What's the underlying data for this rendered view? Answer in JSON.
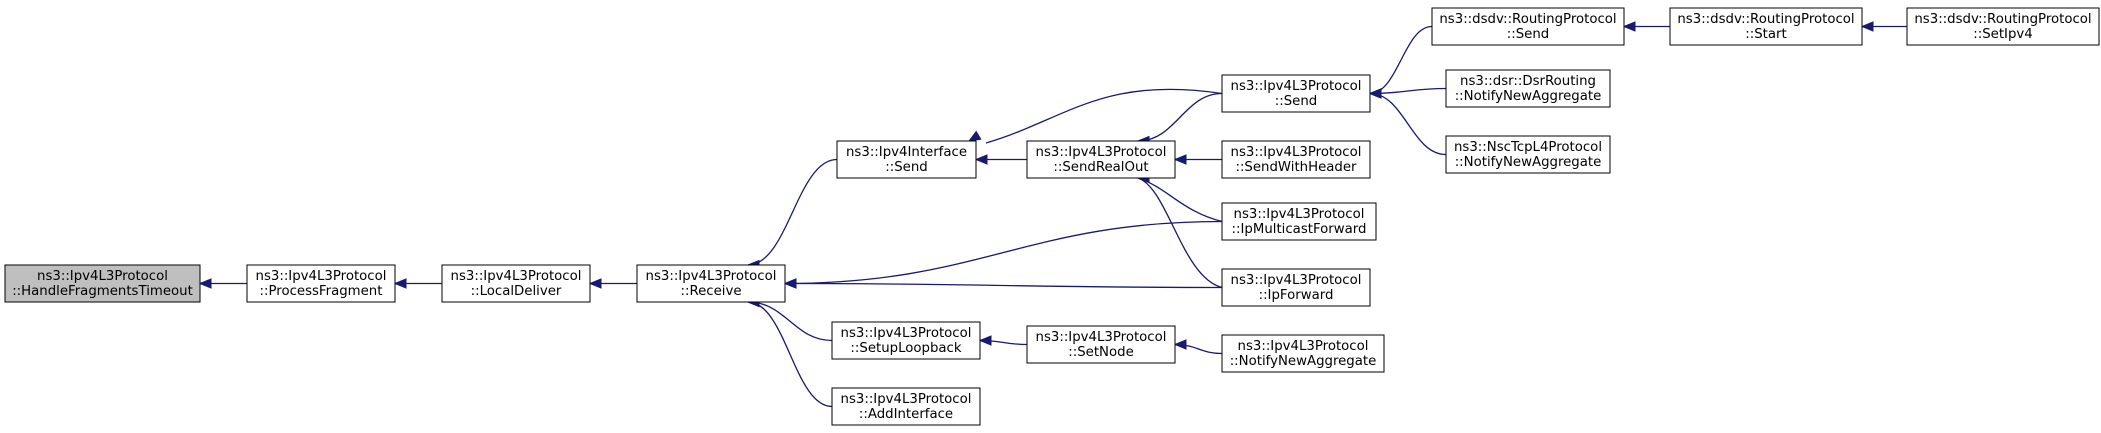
{
  "colors": {
    "edge": "#191970",
    "node_fill": "#ffffff",
    "root_fill": "#bfbfbf",
    "border": "#000000"
  },
  "nodes": [
    {
      "id": "hft",
      "lines": [
        "ns3::Ipv4L3Protocol",
        "::HandleFragmentsTimeout"
      ],
      "root": true
    },
    {
      "id": "pf",
      "lines": [
        "ns3::Ipv4L3Protocol",
        "::ProcessFragment"
      ]
    },
    {
      "id": "ld",
      "lines": [
        "ns3::Ipv4L3Protocol",
        "::LocalDeliver"
      ]
    },
    {
      "id": "recv",
      "lines": [
        "ns3::Ipv4L3Protocol",
        "::Receive"
      ]
    },
    {
      "id": "ifsend",
      "lines": [
        "ns3::Ipv4Interface",
        "::Send"
      ]
    },
    {
      "id": "slb",
      "lines": [
        "ns3::Ipv4L3Protocol",
        "::SetupLoopback"
      ]
    },
    {
      "id": "addif",
      "lines": [
        "ns3::Ipv4L3Protocol",
        "::AddInterface"
      ]
    },
    {
      "id": "sro",
      "lines": [
        "ns3::Ipv4L3Protocol",
        "::SendRealOut"
      ]
    },
    {
      "id": "setnode",
      "lines": [
        "ns3::Ipv4L3Protocol",
        "::SetNode"
      ]
    },
    {
      "id": "send",
      "lines": [
        "ns3::Ipv4L3Protocol",
        "::Send"
      ]
    },
    {
      "id": "swh",
      "lines": [
        "ns3::Ipv4L3Protocol",
        "::SendWithHeader"
      ]
    },
    {
      "id": "imf",
      "lines": [
        "ns3::Ipv4L3Protocol",
        "::IpMulticastForward"
      ]
    },
    {
      "id": "ipf",
      "lines": [
        "ns3::Ipv4L3Protocol",
        "::IpForward"
      ]
    },
    {
      "id": "nna1",
      "lines": [
        "ns3::Ipv4L3Protocol",
        "::NotifyNewAggregate"
      ]
    },
    {
      "id": "dsdvsend",
      "lines": [
        "ns3::dsdv::RoutingProtocol",
        "::Send"
      ]
    },
    {
      "id": "dsr",
      "lines": [
        "ns3::dsr::DsrRouting",
        "::NotifyNewAggregate"
      ]
    },
    {
      "id": "nsc",
      "lines": [
        "ns3::NscTcpL4Protocol",
        "::NotifyNewAggregate"
      ]
    },
    {
      "id": "dsdvstart",
      "lines": [
        "ns3::dsdv::RoutingProtocol",
        "::Start"
      ]
    },
    {
      "id": "setipv4",
      "lines": [
        "ns3::dsdv::RoutingProtocol",
        "::SetIpv4"
      ]
    }
  ],
  "edges": [
    {
      "from": "pf",
      "to": "hft"
    },
    {
      "from": "ld",
      "to": "pf"
    },
    {
      "from": "recv",
      "to": "ld"
    },
    {
      "from": "ifsend",
      "to": "recv"
    },
    {
      "from": "slb",
      "to": "recv"
    },
    {
      "from": "addif",
      "to": "recv"
    },
    {
      "from": "imf",
      "to": "recv"
    },
    {
      "from": "ipf",
      "to": "recv"
    },
    {
      "from": "sro",
      "to": "ifsend"
    },
    {
      "from": "send",
      "to": "ifsend"
    },
    {
      "from": "setnode",
      "to": "slb"
    },
    {
      "from": "nna1",
      "to": "setnode"
    },
    {
      "from": "send",
      "to": "sro"
    },
    {
      "from": "swh",
      "to": "sro"
    },
    {
      "from": "imf",
      "to": "sro"
    },
    {
      "from": "ipf",
      "to": "sro"
    },
    {
      "from": "dsdvsend",
      "to": "send"
    },
    {
      "from": "dsr",
      "to": "send"
    },
    {
      "from": "nsc",
      "to": "send"
    },
    {
      "from": "dsdvstart",
      "to": "dsdvsend"
    },
    {
      "from": "setipv4",
      "to": "dsdvstart"
    }
  ]
}
